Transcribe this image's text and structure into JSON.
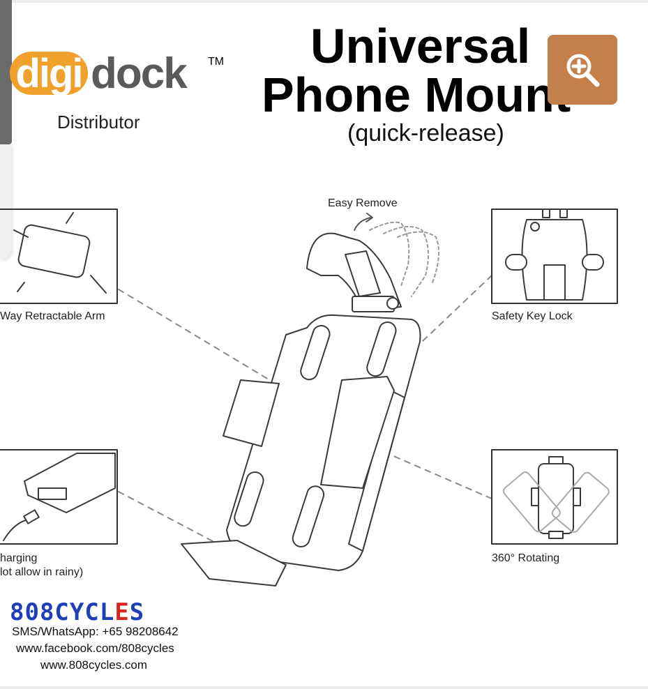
{
  "header": {
    "logo_digi": "digi",
    "logo_dock": "dock",
    "logo_tm": "TM",
    "distributor": "Distributor",
    "title_line1": "Universal",
    "title_line2": "Phone Mount",
    "subtitle": "(quick-release)"
  },
  "zoom": {
    "icon": "zoom-in-icon"
  },
  "features": {
    "easy_remove": "Easy Remove",
    "retractable_arm": "Way Retractable Arm",
    "safety_key_lock": "Safety Key Lock",
    "charging_line1": "harging",
    "charging_line2": "lot allow in rainy)",
    "rotating": "360° Rotating"
  },
  "footer": {
    "brand_part1": "808",
    "brand_part2": "CYCL",
    "brand_part3": "E",
    "brand_part4": "S",
    "sms": "SMS/WhatsApp: +65 98208642",
    "facebook": "www.facebook.com/808cycles",
    "website": "www.808cycles.com"
  },
  "colors": {
    "zoom_bg": "#c47f4b",
    "logo_orange": "#f0a12b",
    "brand_blue": "#1d3fb8",
    "brand_red": "#d7261e"
  }
}
